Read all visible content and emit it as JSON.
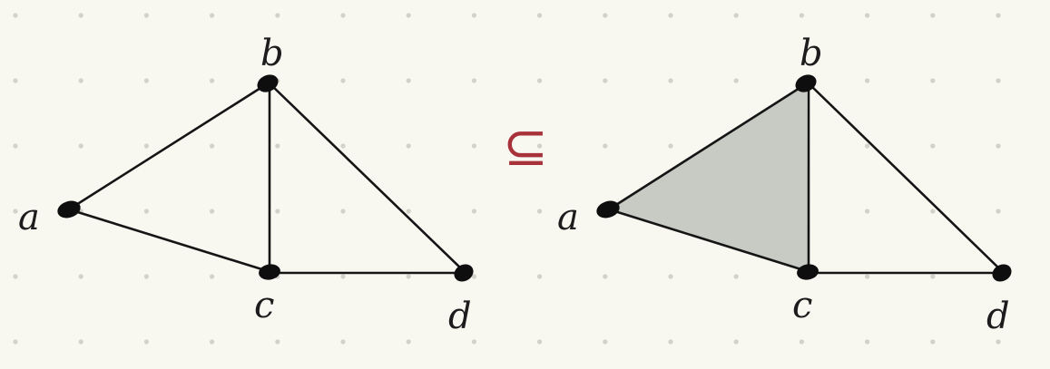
{
  "diagram": {
    "relation_symbol": "⊆",
    "relation_color": "#a8323a",
    "background_color": "#f8f7f0",
    "face_color": "#c7cbc3",
    "left_complex": {
      "vertices": [
        "a",
        "b",
        "c",
        "d"
      ],
      "edges": [
        [
          "a",
          "b"
        ],
        [
          "a",
          "c"
        ],
        [
          "b",
          "c"
        ],
        [
          "b",
          "d"
        ],
        [
          "c",
          "d"
        ]
      ],
      "faces": []
    },
    "right_complex": {
      "vertices": [
        "a",
        "b",
        "c",
        "d"
      ],
      "edges": [
        [
          "a",
          "b"
        ],
        [
          "a",
          "c"
        ],
        [
          "b",
          "c"
        ],
        [
          "b",
          "d"
        ],
        [
          "c",
          "d"
        ]
      ],
      "faces": [
        [
          "a",
          "b",
          "c"
        ]
      ]
    }
  }
}
